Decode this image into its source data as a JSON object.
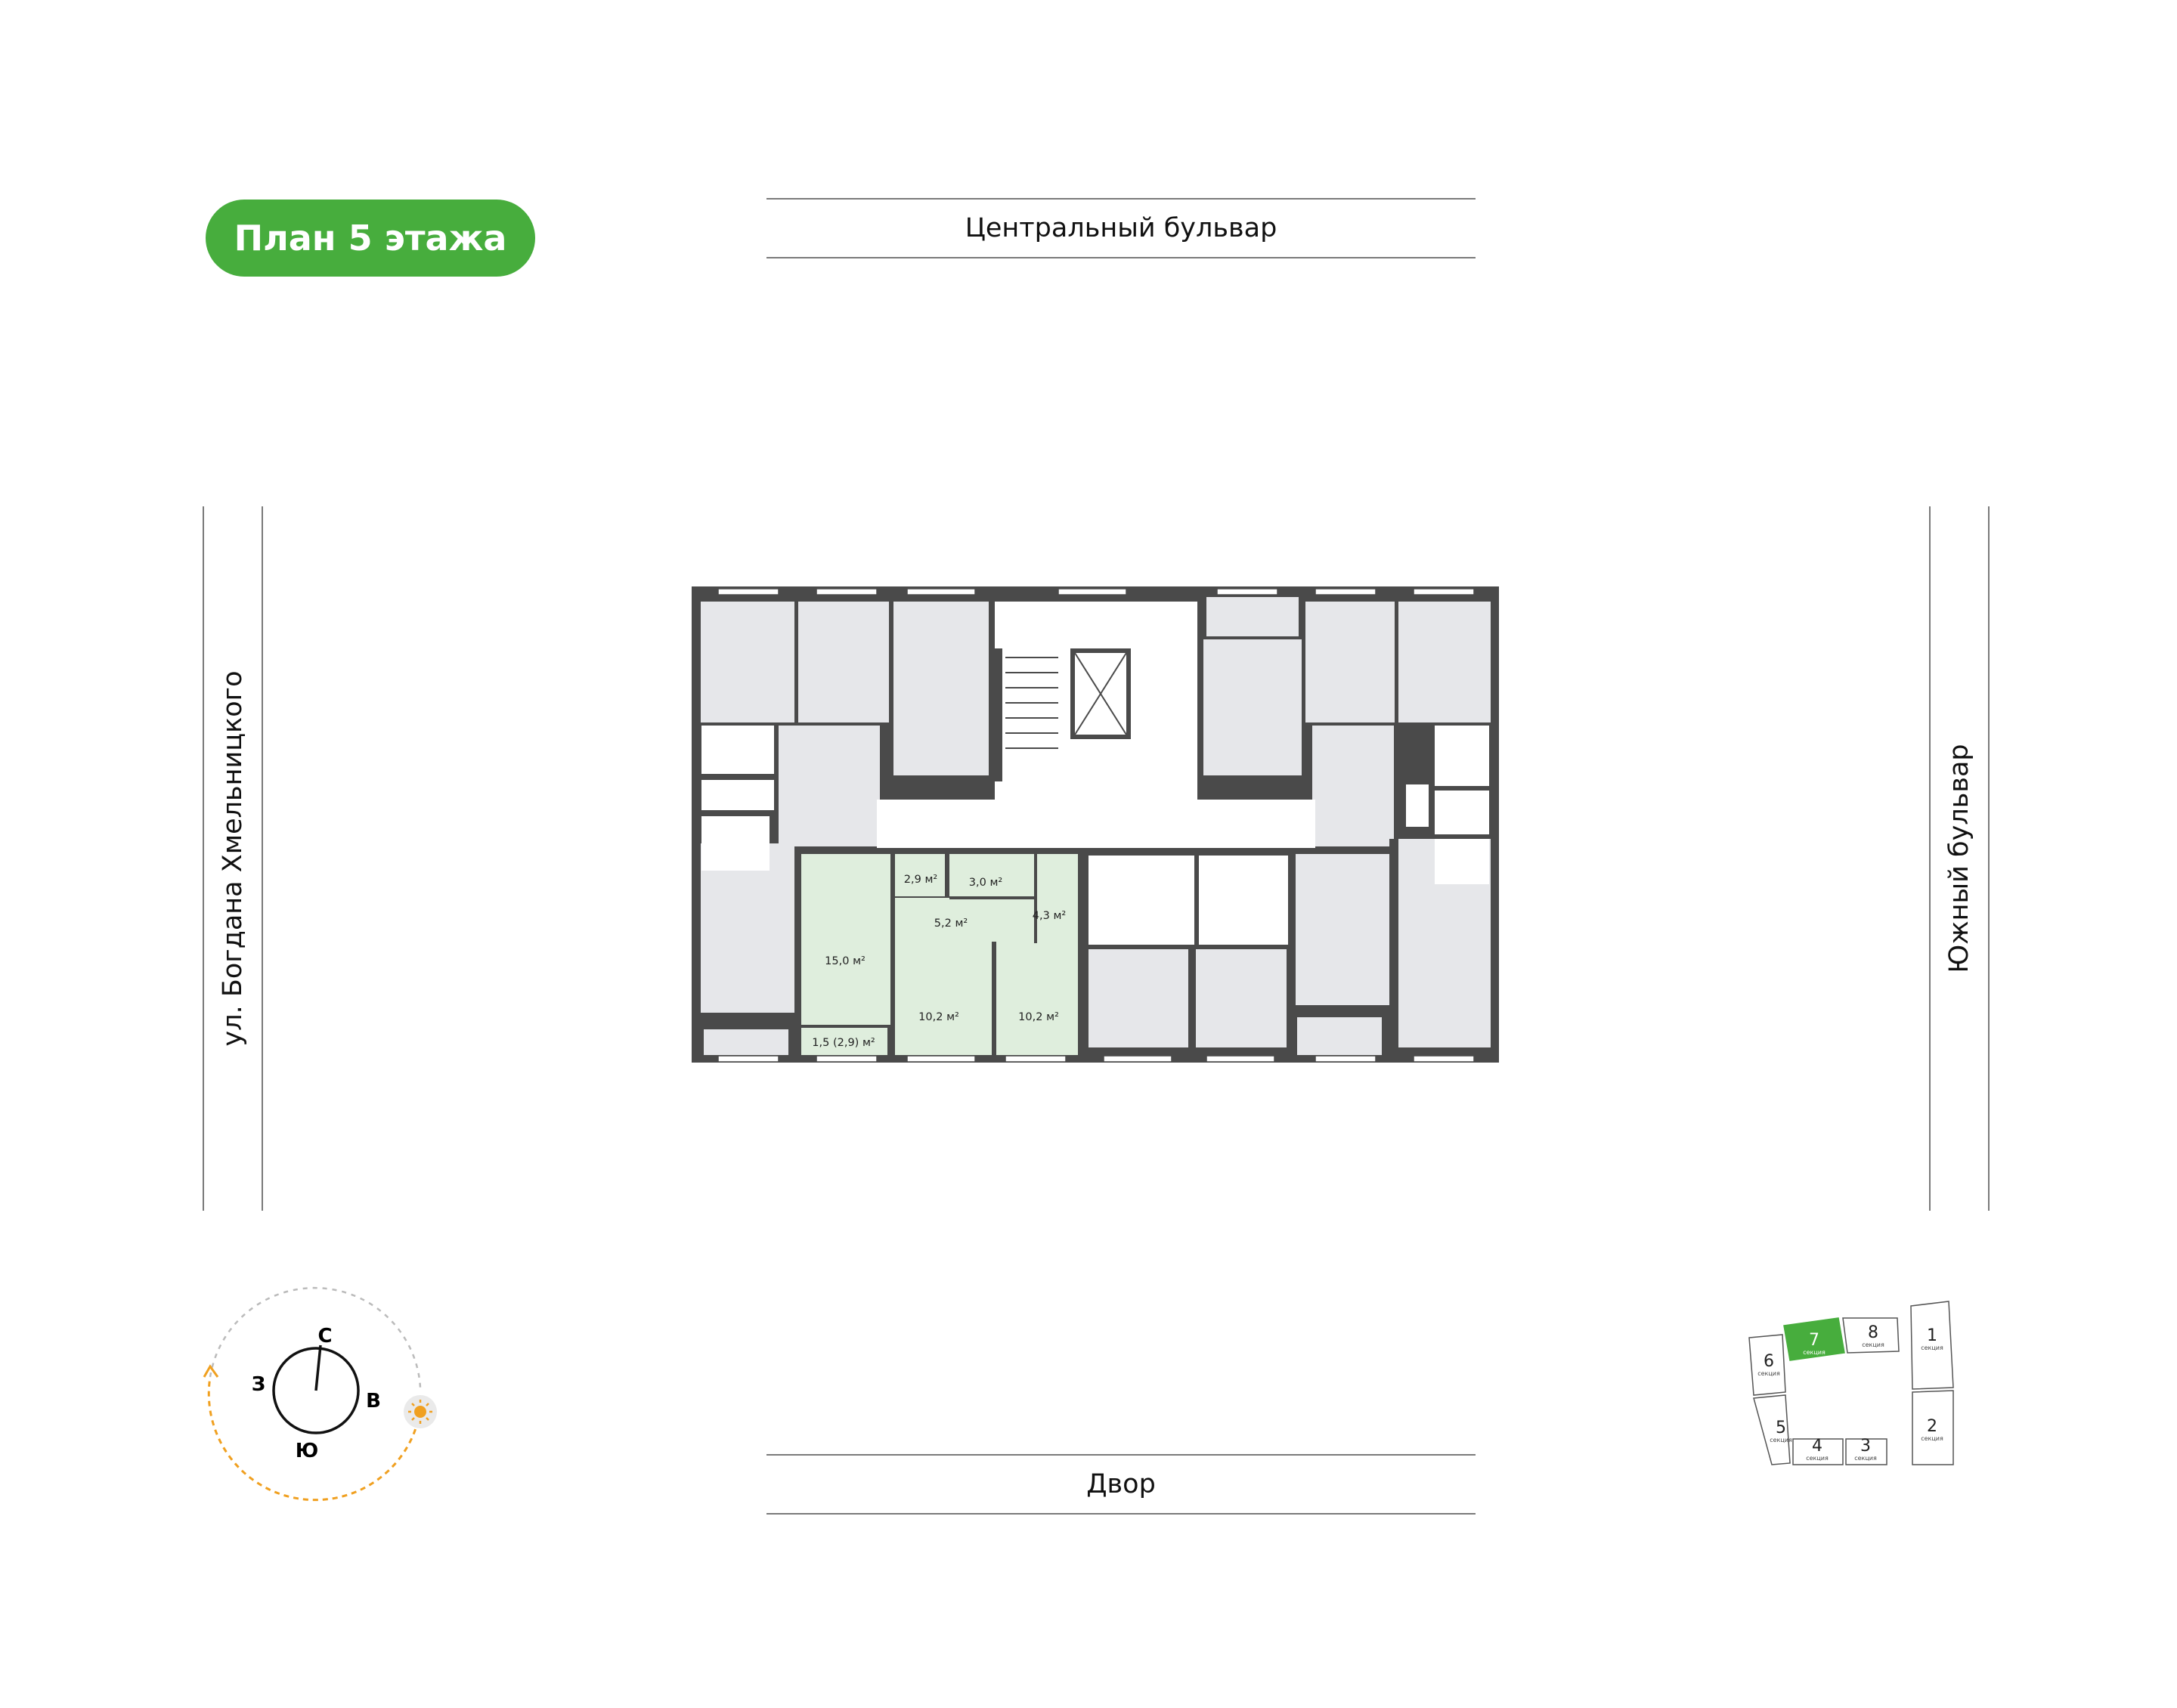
{
  "header": {
    "title": "План 5 этажа"
  },
  "streets": {
    "top": "Центральный бульвар",
    "bottom": "Двор",
    "left": "ул. Богдана Хмельницкого",
    "right": "Южный бульвар"
  },
  "compass": {
    "n": "С",
    "s": "Ю",
    "w": "З",
    "e": "В"
  },
  "rooms": [
    {
      "id": "room-1",
      "area": "2,9 м²"
    },
    {
      "id": "room-2",
      "area": "3,0 м²"
    },
    {
      "id": "room-3",
      "area": "5,2 м²"
    },
    {
      "id": "room-4",
      "area": "4,3 м²"
    },
    {
      "id": "room-5",
      "area": "15,0 м²"
    },
    {
      "id": "room-6",
      "area": "10,2 м²"
    },
    {
      "id": "room-7",
      "area": "10,2 м²"
    },
    {
      "id": "room-8",
      "area": "1,5 (2,9) м²"
    }
  ],
  "sections": {
    "word": "секция",
    "items": [
      {
        "num": "7",
        "highlight": true
      },
      {
        "num": "8"
      },
      {
        "num": "1"
      },
      {
        "num": "6"
      },
      {
        "num": "5"
      },
      {
        "num": "4"
      },
      {
        "num": "3"
      },
      {
        "num": "2"
      }
    ]
  },
  "colors": {
    "accent": "#47ad3d",
    "wall": "#4a4a4a",
    "apartment": "#e6e7ea",
    "selected": "#dfeedd",
    "sun": "#f0a020"
  }
}
